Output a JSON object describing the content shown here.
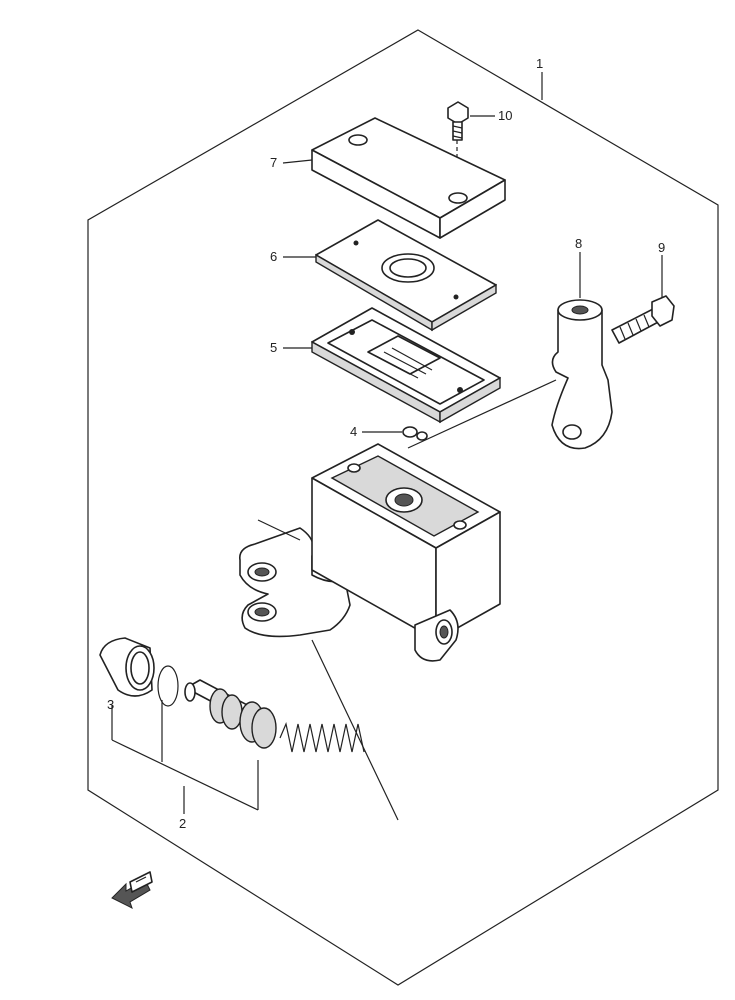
{
  "diagram": {
    "callouts": {
      "c1": "1",
      "c2": "2",
      "c3": "3",
      "c4": "4",
      "c5": "5",
      "c6": "6",
      "c7": "7",
      "c8": "8",
      "c9": "9",
      "c10": "10"
    },
    "direction_icon": "front-arrow-icon"
  }
}
